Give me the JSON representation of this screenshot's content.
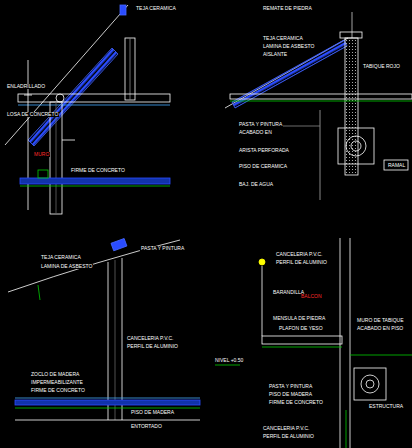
{
  "diagram": {
    "labels": [
      "TEJA CERAMICA",
      "ENLADRILLADO",
      "LOSA DE CONCRETO",
      "MURO",
      "FIRME DE CONCRETO",
      "REMATE DE PIEDRA",
      "TEJA CERAMICA",
      "LAMINA DE ASBESTO",
      "AISLANTE",
      "TABIQUE ROJO",
      "PASTA Y PINTURA",
      "ACABADO EN",
      "ARISTA PERFORADA",
      "PISO DE CERAMICA",
      "BAJ. DE AGUA",
      "RAMAL",
      "TEJA CERAMICA",
      "LAMINA DE ASBESTO",
      "PASTA Y PINTURA",
      "CANCELERIA P.V.C.",
      "PERFIL DE ALUMINIO",
      "ZOCLO DE MADERA",
      "IMPERMEABILIZANTE",
      "FIRME DE CONCRETO",
      "PISO DE MADERA",
      "ENTORTADO",
      "CANCELERIA P.V.C.",
      "PERFIL DE ALUMINIO",
      "BARANDILLA",
      "BALCON",
      "MENSULA DE PIEDRA",
      "PLAFON DE YESO",
      "MURO DE TABIQUE",
      "ACABADO EN PISO",
      "NIVEL +0.50",
      "PASTA Y PINTURA",
      "PISO DE MADERA",
      "FIRME DE CONCRETO",
      "ESTRUCTURA",
      "CANCELERIA P.V.C.",
      "PERFIL DE ALUMINIO"
    ]
  }
}
